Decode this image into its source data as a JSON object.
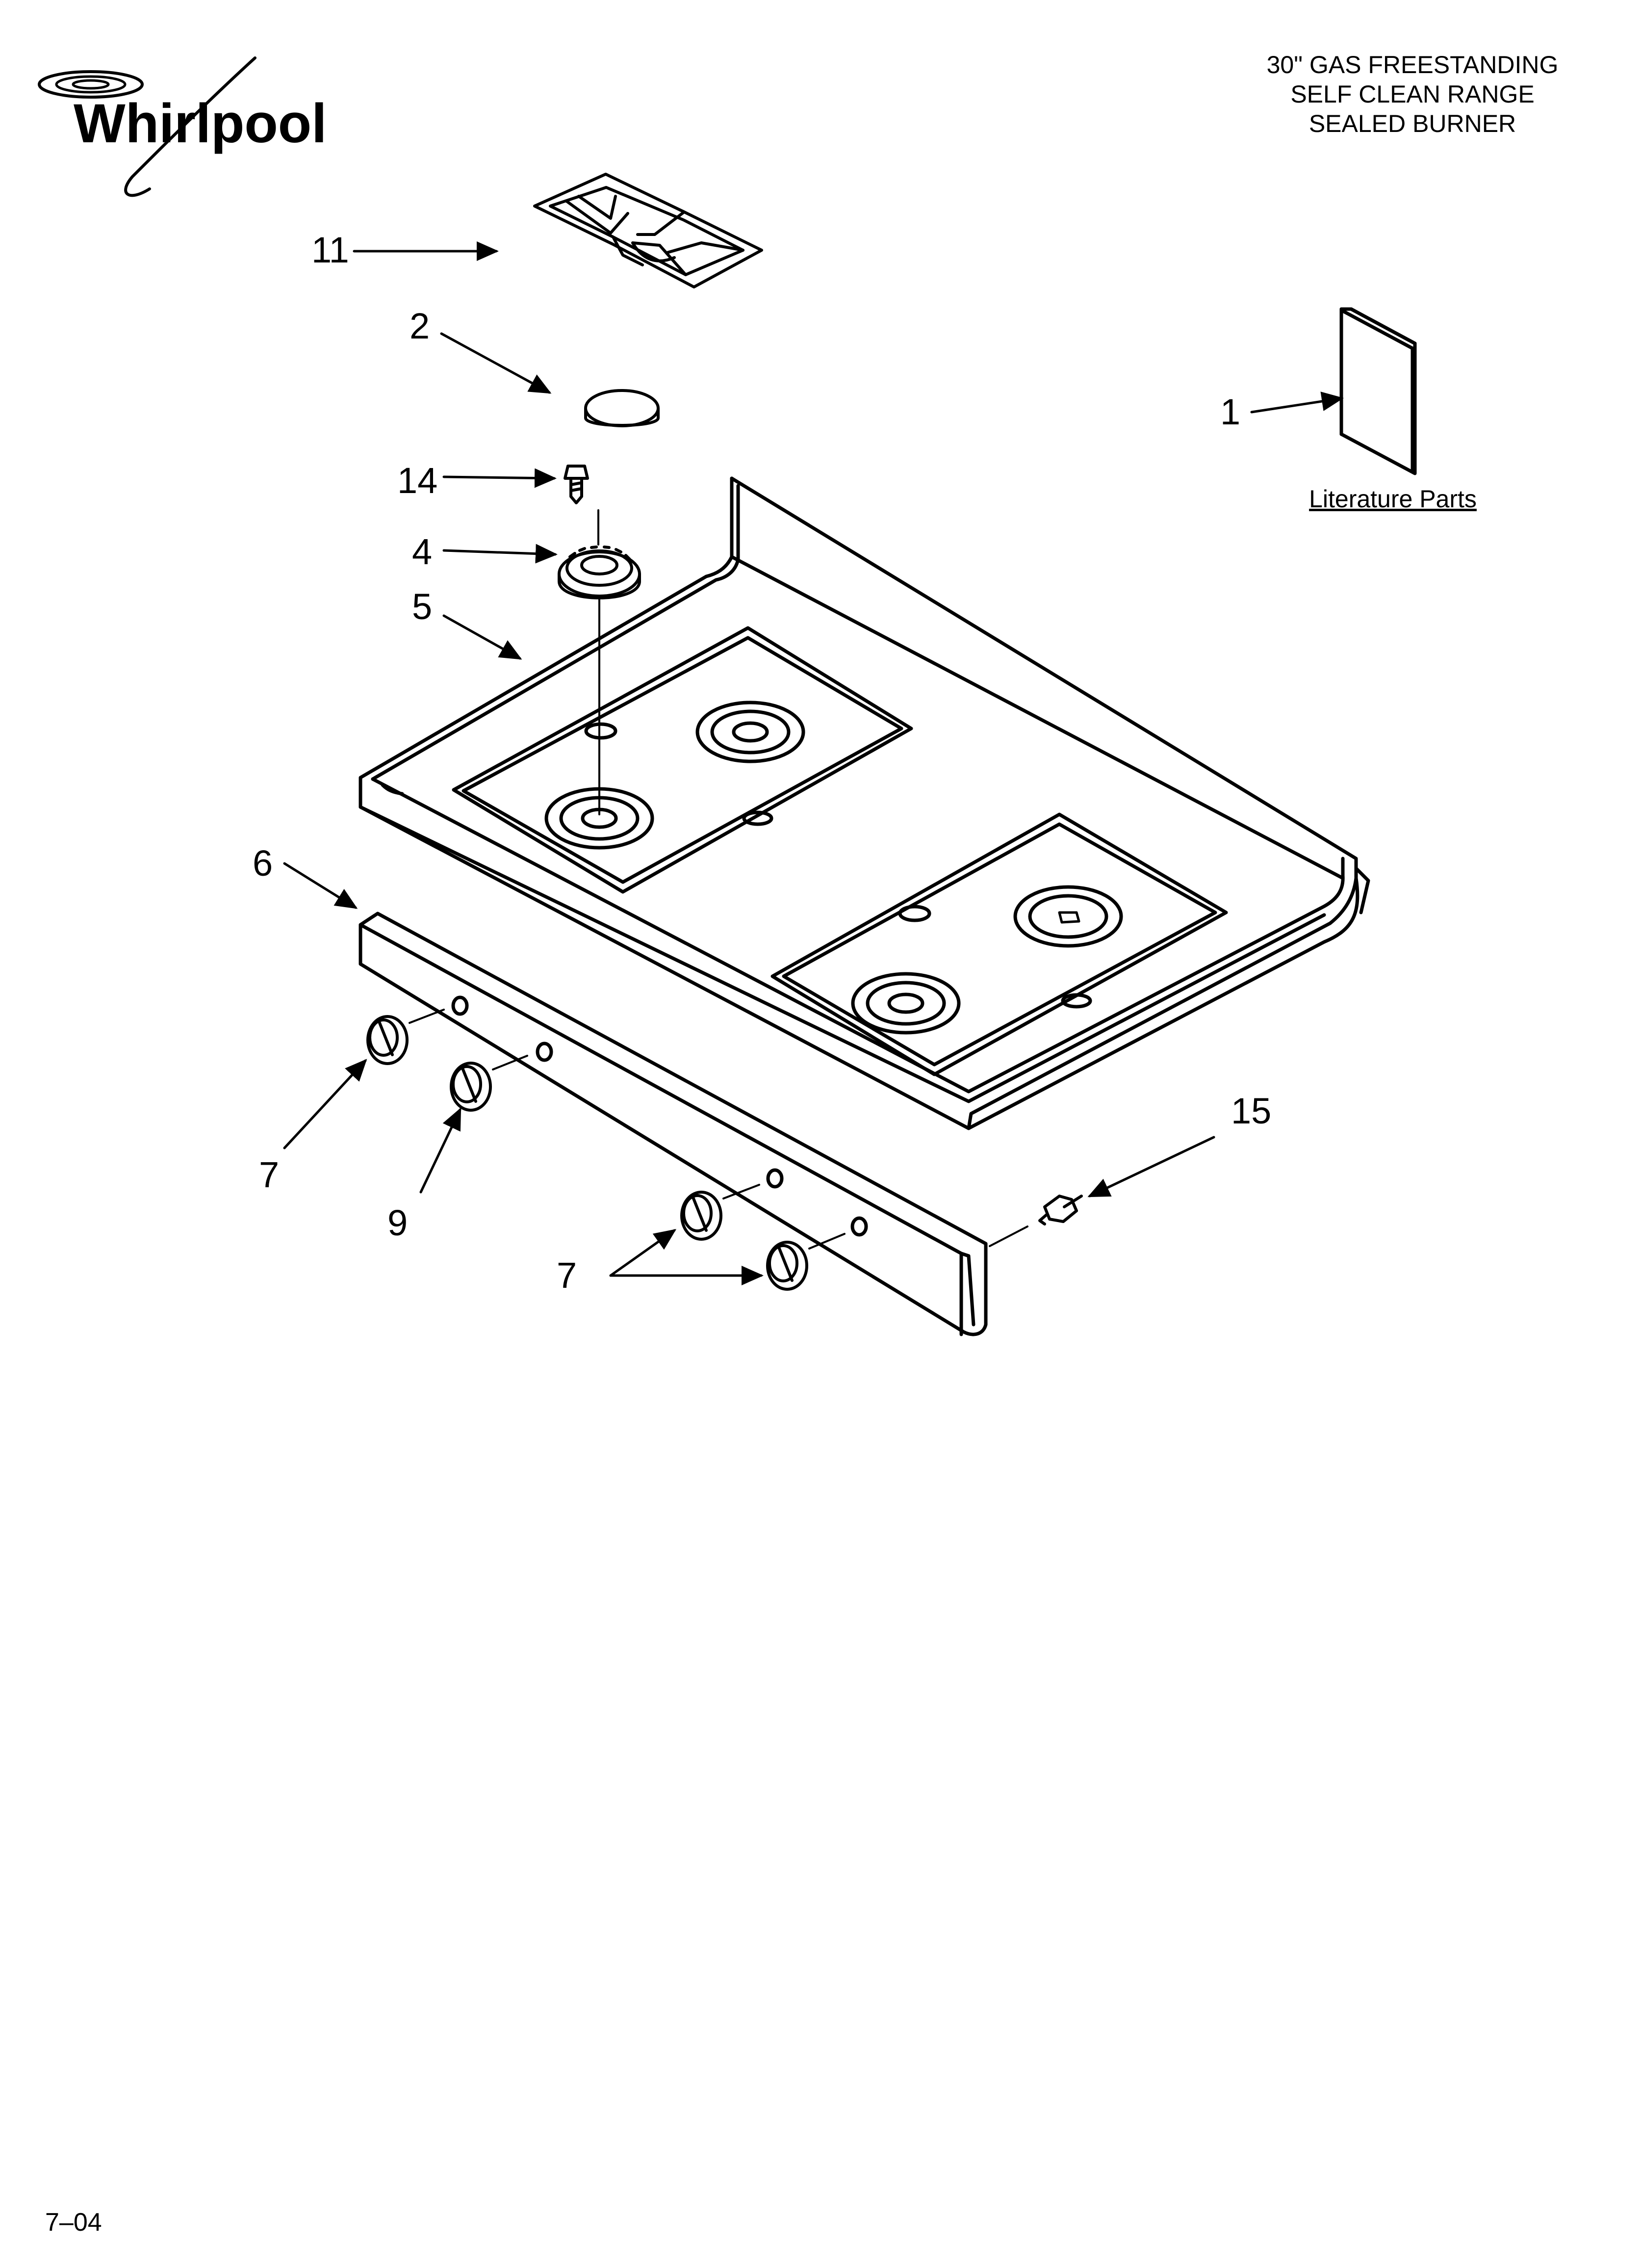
{
  "brand": {
    "logo_text": "Whirlpool"
  },
  "title": {
    "line1": "30\" GAS FREESTANDING",
    "line2": "SELF CLEAN RANGE",
    "line3": "SEALED BURNER"
  },
  "literature": {
    "label": "Literature Parts"
  },
  "callouts": {
    "c11": "11",
    "c2": "2",
    "c14": "14",
    "c4": "4",
    "c5": "5",
    "c6": "6",
    "c7a": "7",
    "c9": "9",
    "c7b": "7",
    "c15": "15",
    "c1": "1"
  },
  "footer": {
    "code": "7–04"
  }
}
